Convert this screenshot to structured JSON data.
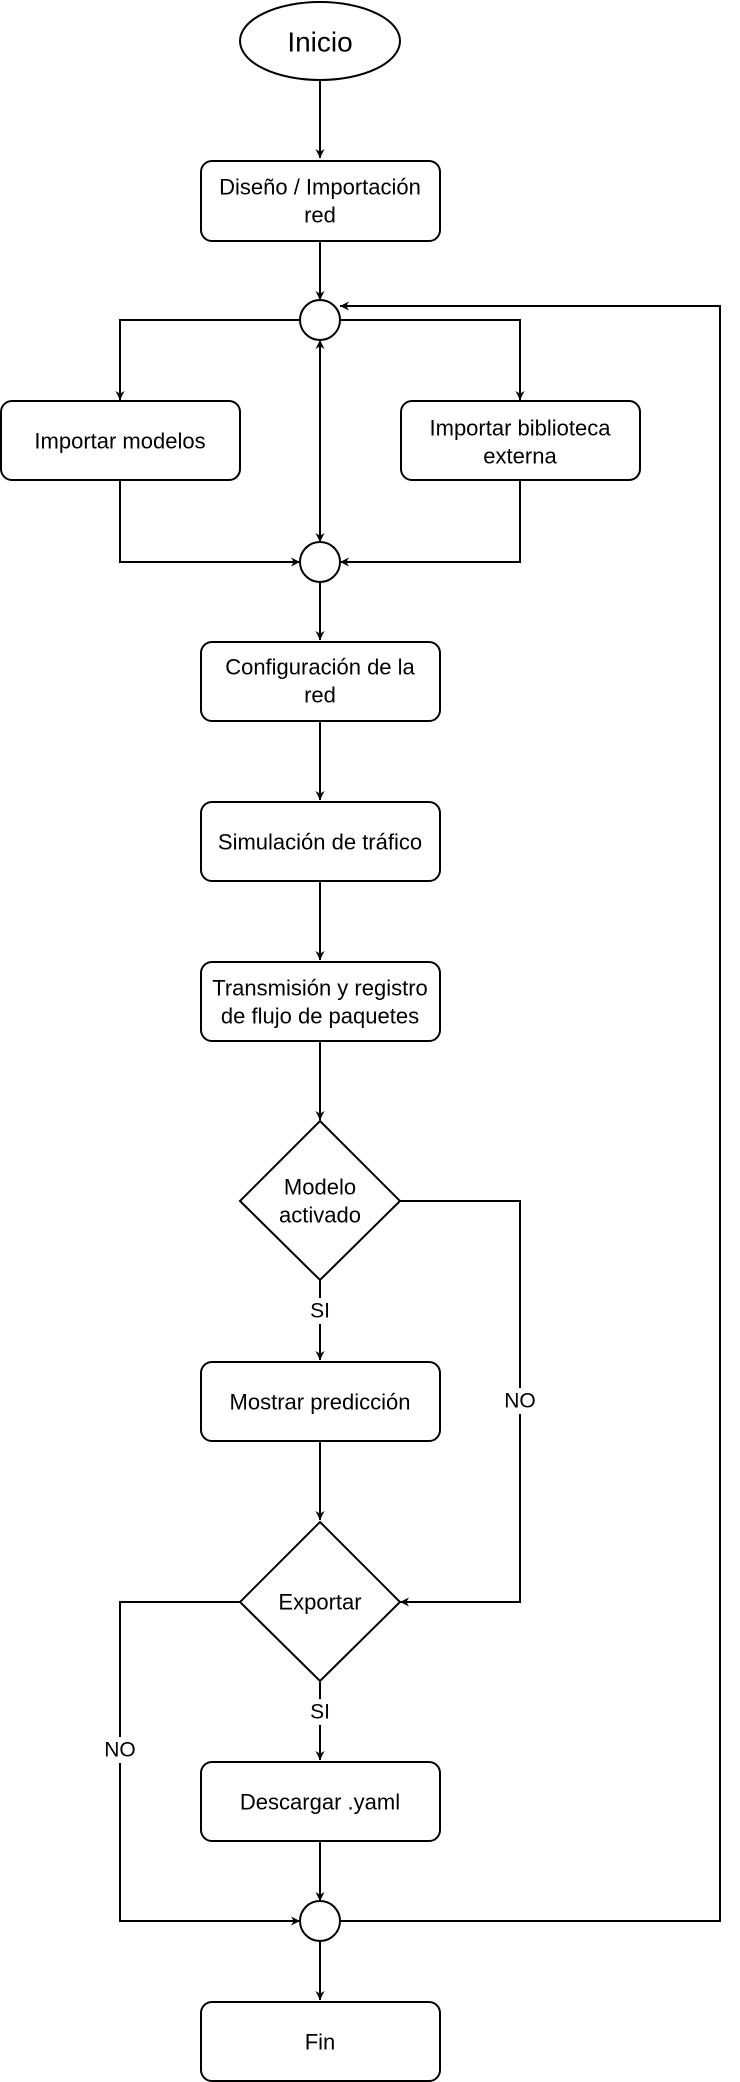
{
  "diagram": {
    "nodes": {
      "inicio": "Inicio",
      "diseno_l1": "Diseño / Importación",
      "diseno_l2": "red",
      "importar_modelos": "Importar modelos",
      "importar_biblioteca_l1": "Importar biblioteca",
      "importar_biblioteca_l2": "externa",
      "configuracion_l1": "Configuración de la",
      "configuracion_l2": "red",
      "simulacion": "Simulación de tráfico",
      "transmision_l1": "Transmisión y registro",
      "transmision_l2": "de flujo de paquetes",
      "modelo_activado_l1": "Modelo",
      "modelo_activado_l2": "activado",
      "mostrar_prediccion": "Mostrar predicción",
      "exportar": "Exportar",
      "descargar": "Descargar .yaml",
      "fin": "Fin"
    },
    "edge_labels": {
      "modelo_si": "SI",
      "modelo_no": "NO",
      "exportar_si": "SI",
      "exportar_no": "NO"
    },
    "colors": {
      "stroke": "#000000",
      "fill": "#ffffff",
      "text": "#000000"
    }
  }
}
